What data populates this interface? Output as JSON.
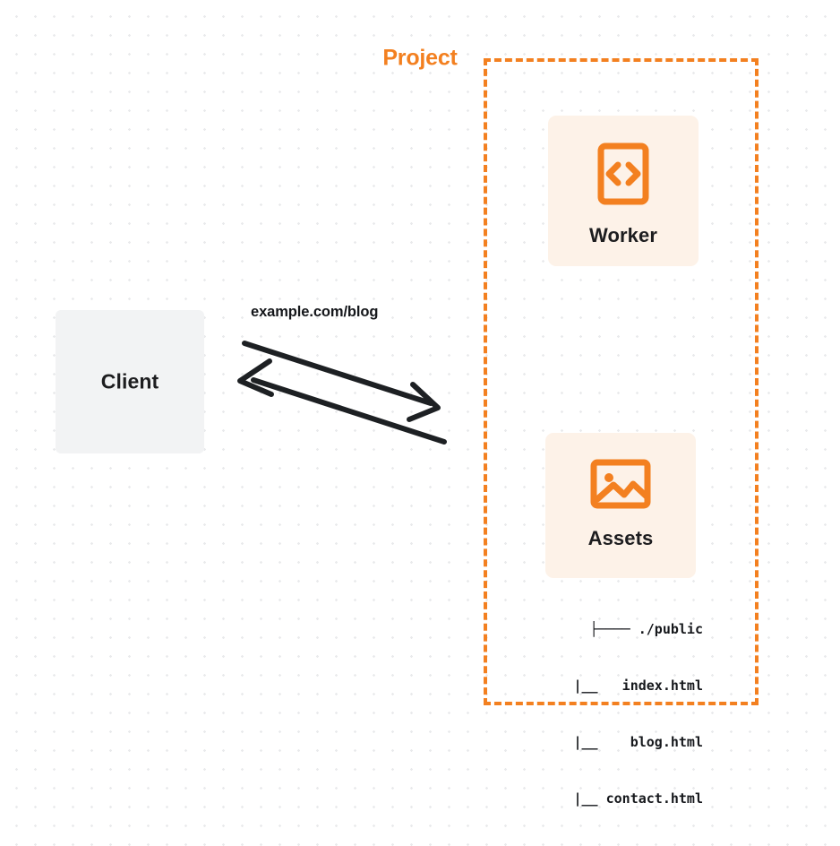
{
  "diagram": {
    "title": "Client to Project request flow",
    "colors": {
      "accent_orange": "#f38020",
      "card_fill": "#fdf2e8",
      "client_fill": "#f2f3f4",
      "text_dark": "#1d1d1f",
      "grid_dot": "#e9eaec"
    }
  },
  "client": {
    "label": "Client"
  },
  "connection": {
    "label": "example.com/blog",
    "request_direction": "client-to-project",
    "response_direction": "project-to-client"
  },
  "project": {
    "title": "Project",
    "nodes": [
      {
        "id": "worker",
        "label": "Worker",
        "icon": "code-brackets-icon"
      },
      {
        "id": "assets",
        "label": "Assets",
        "icon": "image-picture-icon"
      }
    ],
    "file_tree": [
      "├──── ./public",
      "  |__   index.html",
      "  |__    blog.html",
      "  |__ contact.html"
    ]
  }
}
